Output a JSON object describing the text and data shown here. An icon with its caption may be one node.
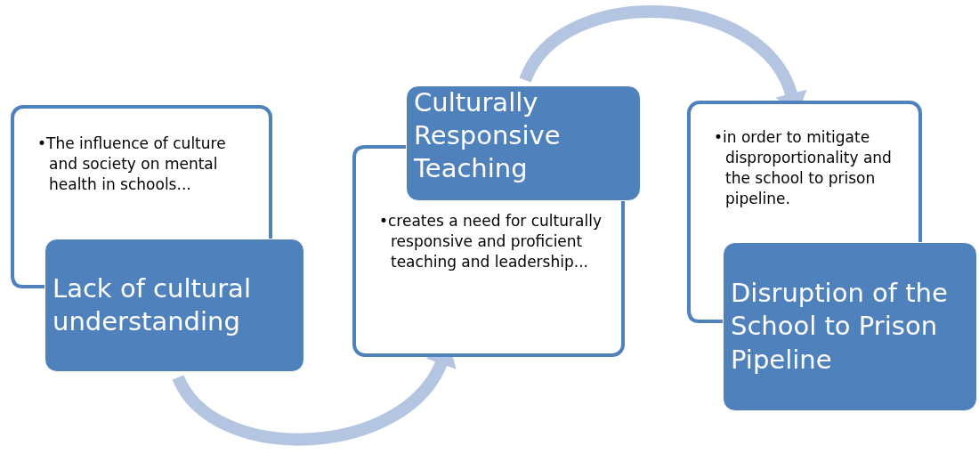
{
  "diagram": {
    "nodes": [
      {
        "text": [
          "•The influence of culture and society on mental health in schools..."
        ]
      },
      {
        "text": [
          "Lack of cultural understanding"
        ]
      },
      {
        "text": [
          "•creates a need for culturally responsive and proficient teaching and leadership..."
        ]
      },
      {
        "text": [
          "Culturally Responsive Teaching"
        ]
      },
      {
        "text": [
          "•in order to mitigate disproportionality and the school to prison pipeline."
        ]
      },
      {
        "text": [
          "Disruption of the School to Prison Pipeline"
        ]
      }
    ],
    "edges": [
      {
        "from": 1,
        "to": 2,
        "arrow": "to"
      },
      {
        "from": 3,
        "to": 4,
        "arrow": "to"
      }
    ]
  }
}
